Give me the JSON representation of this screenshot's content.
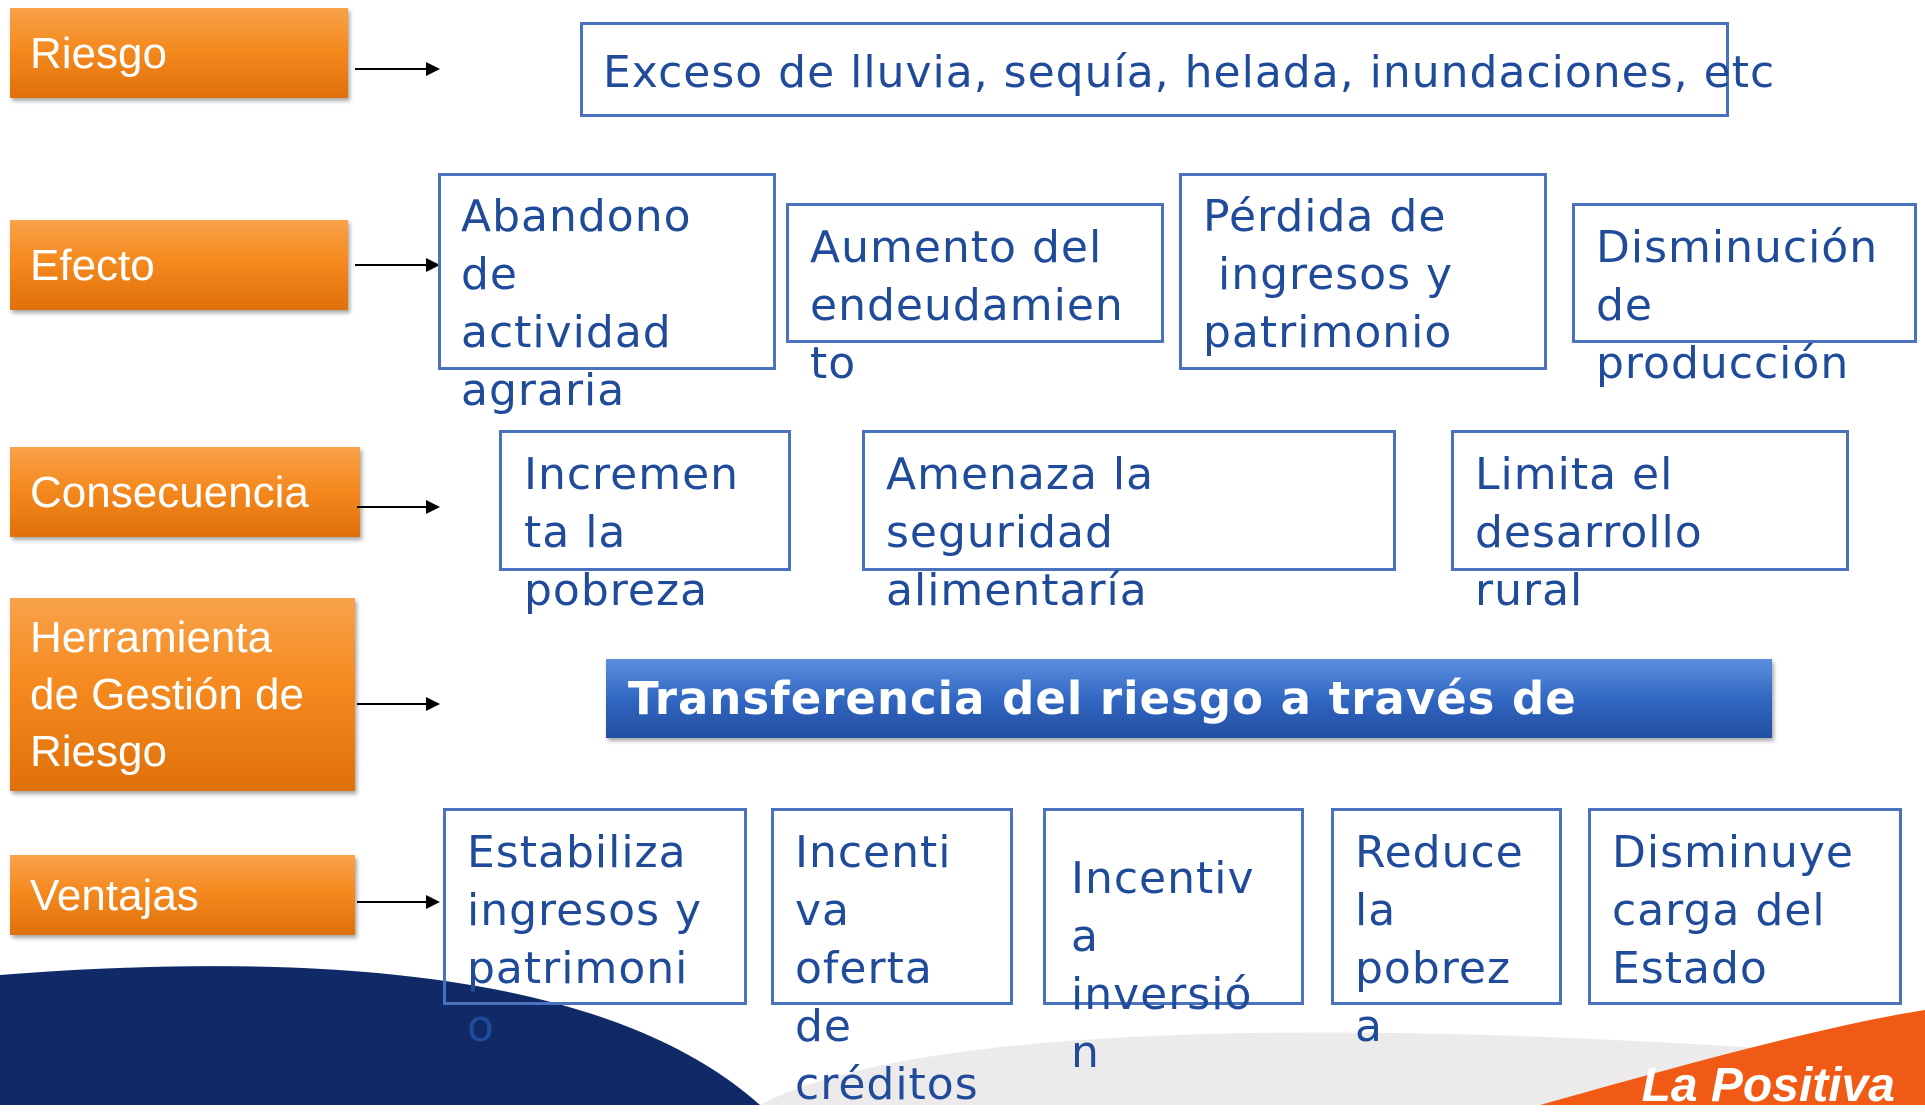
{
  "labels": {
    "riesgo": "Riesgo",
    "efecto": "Efecto",
    "consecuencia": "Consecuencia",
    "herramienta": [
      "Herramienta",
      "de Gestión de",
      "Riesgo"
    ],
    "ventajas": "Ventajas"
  },
  "riesgo_text": "Exceso de lluvia, sequía, helada, inundaciones, etc",
  "efectos": [
    [
      "Abandono",
      "de",
      "actividad",
      "agraria"
    ],
    [
      "Aumento del",
      "endeudamien",
      "to"
    ],
    [
      "Pérdida de",
      " ingresos y",
      "patrimonio"
    ],
    [
      "Disminución",
      "de",
      "producción"
    ]
  ],
  "consecuencias": [
    [
      "Incremen",
      "ta la",
      "pobreza"
    ],
    [
      "Amenaza la",
      "seguridad",
      "alimentaría"
    ],
    [
      "Limita el",
      "desarrollo",
      "rural"
    ]
  ],
  "herramienta_text": "Transferencia del riesgo a través de",
  "ventajas": [
    [
      "Estabiliza",
      "ingresos y",
      "patrimoni",
      "o"
    ],
    [
      "Incenti",
      "va",
      "oferta",
      "de",
      "créditos"
    ],
    [
      "Incentiv",
      "a",
      "inversió",
      "n"
    ],
    [
      "Reduce",
      "la",
      "pobrez",
      "a"
    ],
    [
      "Disminuye",
      "carga del",
      "Estado"
    ]
  ],
  "logo": "La Positiva",
  "colors": {
    "orange": "#f58a1f",
    "box_border": "#4a72bf",
    "text_blue": "#1f4b9a",
    "bar_blue": "#2f64c0",
    "footer_navy": "#0f2a66",
    "footer_orange": "#f05a14"
  }
}
